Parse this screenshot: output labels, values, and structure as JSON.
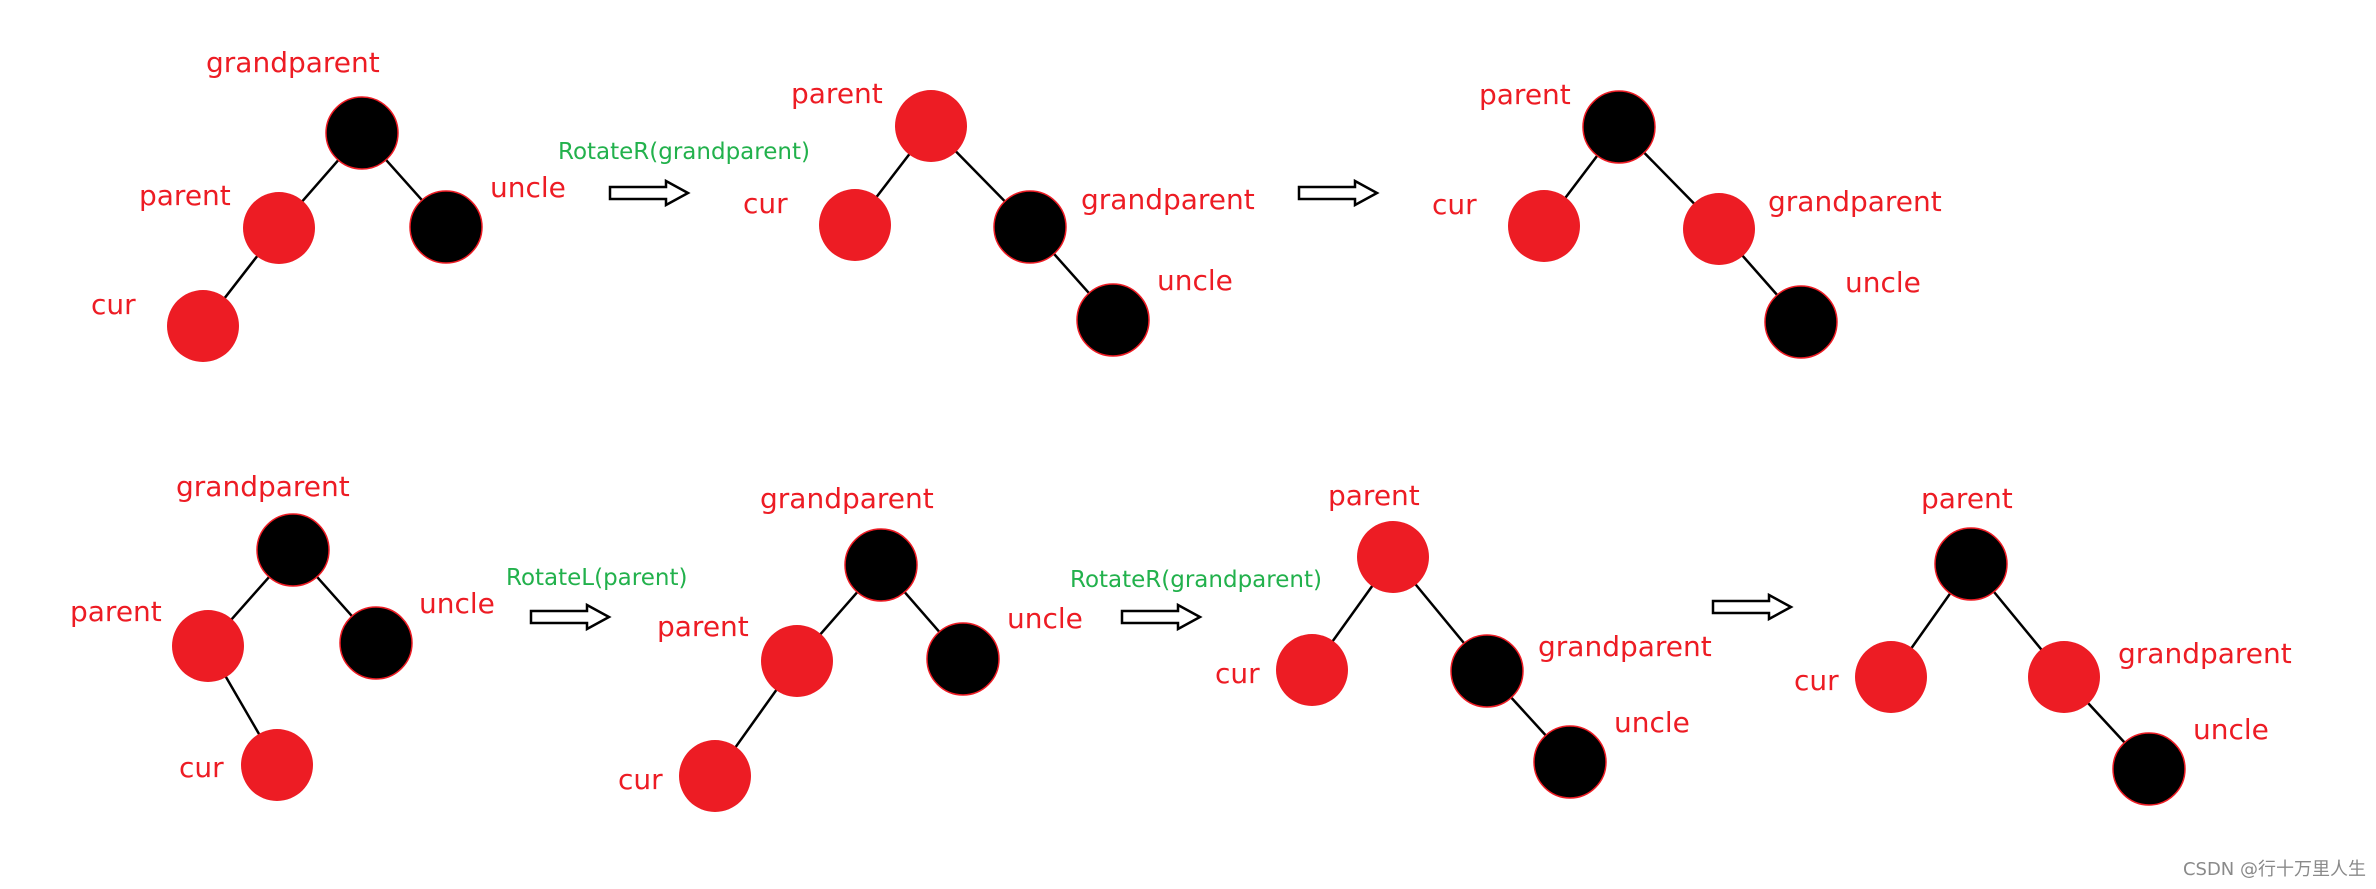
{
  "colors": {
    "red_node": "#ed1c24",
    "black_node": "#000000",
    "label_text": "#ed1c24",
    "operation_text": "#22b14c",
    "watermark_text": "#8a8a8a"
  },
  "labels": {
    "grandparent": "grandparent",
    "parent": "parent",
    "uncle": "uncle",
    "cur": "cur"
  },
  "operations": {
    "rotate_r": "RotateR(grandparent)",
    "rotate_l": "RotateL(parent)"
  },
  "rows": [
    {
      "steps": [
        {
          "nodes": [
            {
              "role": "grandparent",
              "color": "black"
            },
            {
              "role": "parent",
              "color": "red"
            },
            {
              "role": "uncle",
              "color": "black"
            },
            {
              "role": "cur",
              "color": "red"
            }
          ]
        },
        {
          "operation": "RotateR(grandparent)",
          "nodes": [
            {
              "role": "parent",
              "color": "red"
            },
            {
              "role": "cur",
              "color": "red"
            },
            {
              "role": "grandparent",
              "color": "black"
            },
            {
              "role": "uncle",
              "color": "black"
            }
          ]
        },
        {
          "nodes": [
            {
              "role": "parent",
              "color": "black"
            },
            {
              "role": "cur",
              "color": "red"
            },
            {
              "role": "grandparent",
              "color": "red"
            },
            {
              "role": "uncle",
              "color": "black"
            }
          ]
        }
      ]
    },
    {
      "steps": [
        {
          "nodes": [
            {
              "role": "grandparent",
              "color": "black"
            },
            {
              "role": "parent",
              "color": "red"
            },
            {
              "role": "uncle",
              "color": "black"
            },
            {
              "role": "cur",
              "color": "red"
            }
          ]
        },
        {
          "operation": "RotateL(parent)",
          "nodes": [
            {
              "role": "grandparent",
              "color": "black"
            },
            {
              "role": "parent",
              "color": "red"
            },
            {
              "role": "uncle",
              "color": "black"
            },
            {
              "role": "cur",
              "color": "red"
            }
          ]
        },
        {
          "operation": "RotateR(grandparent)",
          "nodes": [
            {
              "role": "parent",
              "color": "red"
            },
            {
              "role": "cur",
              "color": "red"
            },
            {
              "role": "grandparent",
              "color": "black"
            },
            {
              "role": "uncle",
              "color": "black"
            }
          ]
        },
        {
          "nodes": [
            {
              "role": "parent",
              "color": "black"
            },
            {
              "role": "cur",
              "color": "red"
            },
            {
              "role": "grandparent",
              "color": "red"
            },
            {
              "role": "uncle",
              "color": "black"
            }
          ]
        }
      ]
    }
  ],
  "watermark": "CSDN @行十万里人生"
}
